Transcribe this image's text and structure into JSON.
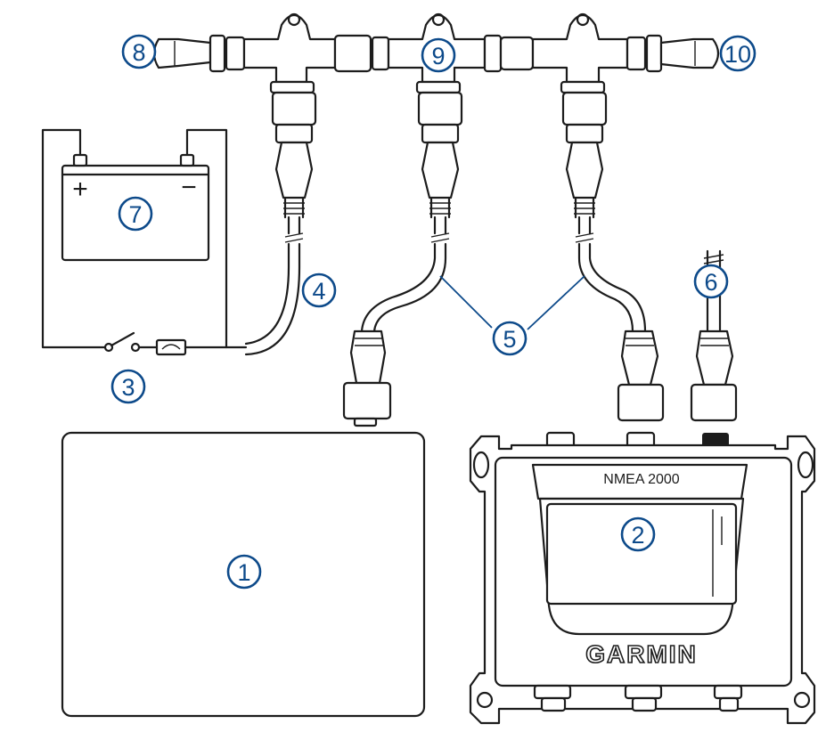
{
  "device": {
    "port_label": "NMEA 2000",
    "brand": "GARMIN"
  },
  "battery": {
    "positive_symbol": "+",
    "negative_symbol": "−"
  },
  "colors": {
    "callout": "#0d4a8a",
    "line_art": "#1c1c1c"
  },
  "callouts": [
    {
      "id": "1",
      "label": "1"
    },
    {
      "id": "2",
      "label": "2"
    },
    {
      "id": "3",
      "label": "3"
    },
    {
      "id": "4",
      "label": "4"
    },
    {
      "id": "5",
      "label": "5"
    },
    {
      "id": "6",
      "label": "6"
    },
    {
      "id": "7",
      "label": "7"
    },
    {
      "id": "8",
      "label": "8"
    },
    {
      "id": "9",
      "label": "9"
    },
    {
      "id": "10",
      "label": "10"
    }
  ]
}
